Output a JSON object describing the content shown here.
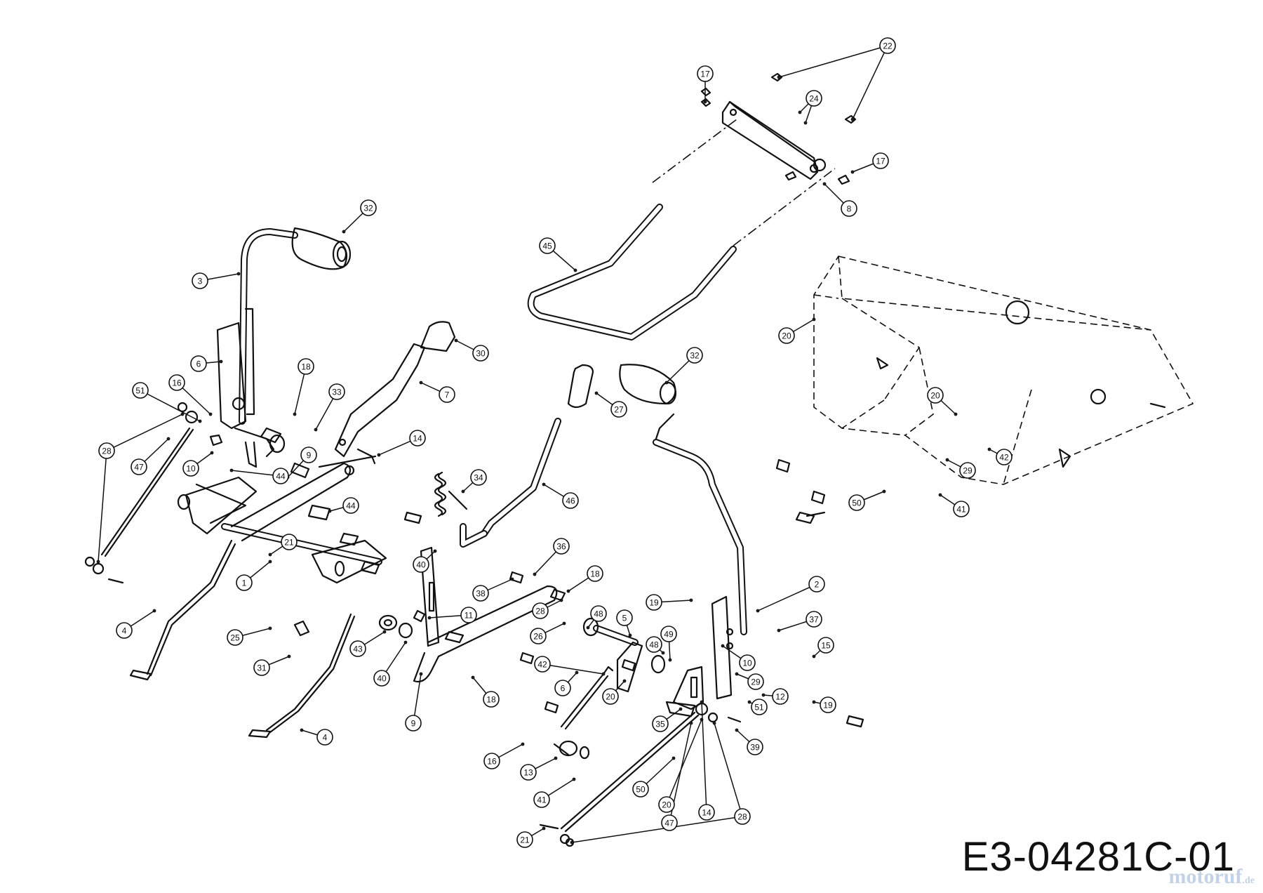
{
  "diagram": {
    "reference_code": "E3-04281C-01",
    "watermark": {
      "brand": "motoruf",
      "suffix": ".de"
    },
    "callouts": [
      {
        "label": "22"
      },
      {
        "label": "17"
      },
      {
        "label": "24"
      },
      {
        "label": "17"
      },
      {
        "label": "8"
      },
      {
        "label": "45"
      },
      {
        "label": "32"
      },
      {
        "label": "3"
      },
      {
        "label": "30"
      },
      {
        "label": "6"
      },
      {
        "label": "16"
      },
      {
        "label": "51"
      },
      {
        "label": "18"
      },
      {
        "label": "33"
      },
      {
        "label": "7"
      },
      {
        "label": "28"
      },
      {
        "label": "47"
      },
      {
        "label": "10"
      },
      {
        "label": "14"
      },
      {
        "label": "44"
      },
      {
        "label": "9"
      },
      {
        "label": "44"
      },
      {
        "label": "21"
      },
      {
        "label": "34"
      },
      {
        "label": "46"
      },
      {
        "label": "1"
      },
      {
        "label": "40"
      },
      {
        "label": "36"
      },
      {
        "label": "38"
      },
      {
        "label": "18"
      },
      {
        "label": "28"
      },
      {
        "label": "11"
      },
      {
        "label": "4"
      },
      {
        "label": "25"
      },
      {
        "label": "43"
      },
      {
        "label": "31"
      },
      {
        "label": "40"
      },
      {
        "label": "18"
      },
      {
        "label": "9"
      },
      {
        "label": "4"
      },
      {
        "label": "32"
      },
      {
        "label": "27"
      },
      {
        "label": "20"
      },
      {
        "label": "20"
      },
      {
        "label": "29"
      },
      {
        "label": "42"
      },
      {
        "label": "50"
      },
      {
        "label": "41"
      },
      {
        "label": "2"
      },
      {
        "label": "19"
      },
      {
        "label": "48"
      },
      {
        "label": "26"
      },
      {
        "label": "5"
      },
      {
        "label": "49"
      },
      {
        "label": "48"
      },
      {
        "label": "37"
      },
      {
        "label": "15"
      },
      {
        "label": "42"
      },
      {
        "label": "10"
      },
      {
        "label": "6"
      },
      {
        "label": "29"
      },
      {
        "label": "20"
      },
      {
        "label": "12"
      },
      {
        "label": "51"
      },
      {
        "label": "19"
      },
      {
        "label": "35"
      },
      {
        "label": "39"
      },
      {
        "label": "16"
      },
      {
        "label": "13"
      },
      {
        "label": "41"
      },
      {
        "label": "50"
      },
      {
        "label": "20"
      },
      {
        "label": "47"
      },
      {
        "label": "28"
      },
      {
        "label": "21"
      },
      {
        "label": "14"
      }
    ]
  }
}
